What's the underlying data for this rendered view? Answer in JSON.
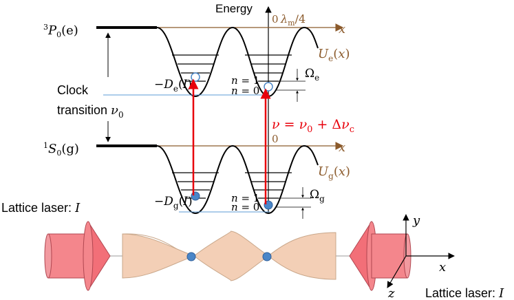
{
  "labels": {
    "energy": "Energy",
    "zero_top": "0",
    "zero_mid": "0",
    "lambda_m_over_4": "λm/4",
    "x_top": "x",
    "x_mid": "x",
    "x_bottom": "x",
    "y_bottom": "y",
    "z_bottom": "z",
    "state_excited": "³P₀(e)",
    "state_ground": "¹S₀(g)",
    "potential_e": "Ue(x)",
    "potential_g": "Ug(x)",
    "depth_e": "−De(I)",
    "depth_g": "−Dg(I)",
    "n1_e": "n = 1",
    "n0_e": "n = 0",
    "n1_g": "n = 1",
    "n0_g": "n = 0",
    "omega_e": "Ωe",
    "omega_g": "Ωg",
    "clock_line1": "Clock",
    "clock_line2": "transition ν0",
    "frequency": "ν = ν0 + Δνc",
    "laser_left": "Lattice laser: I",
    "laser_right": "Lattice laser: I"
  },
  "colors": {
    "axis_brown": "#8b5a2b",
    "transition_red": "#e8000b",
    "level_blue": "#5b9bd5",
    "atom_blue": "#4a86c8",
    "laser_pink": "#f4868c",
    "standing_wave": "#f3cfb6"
  }
}
